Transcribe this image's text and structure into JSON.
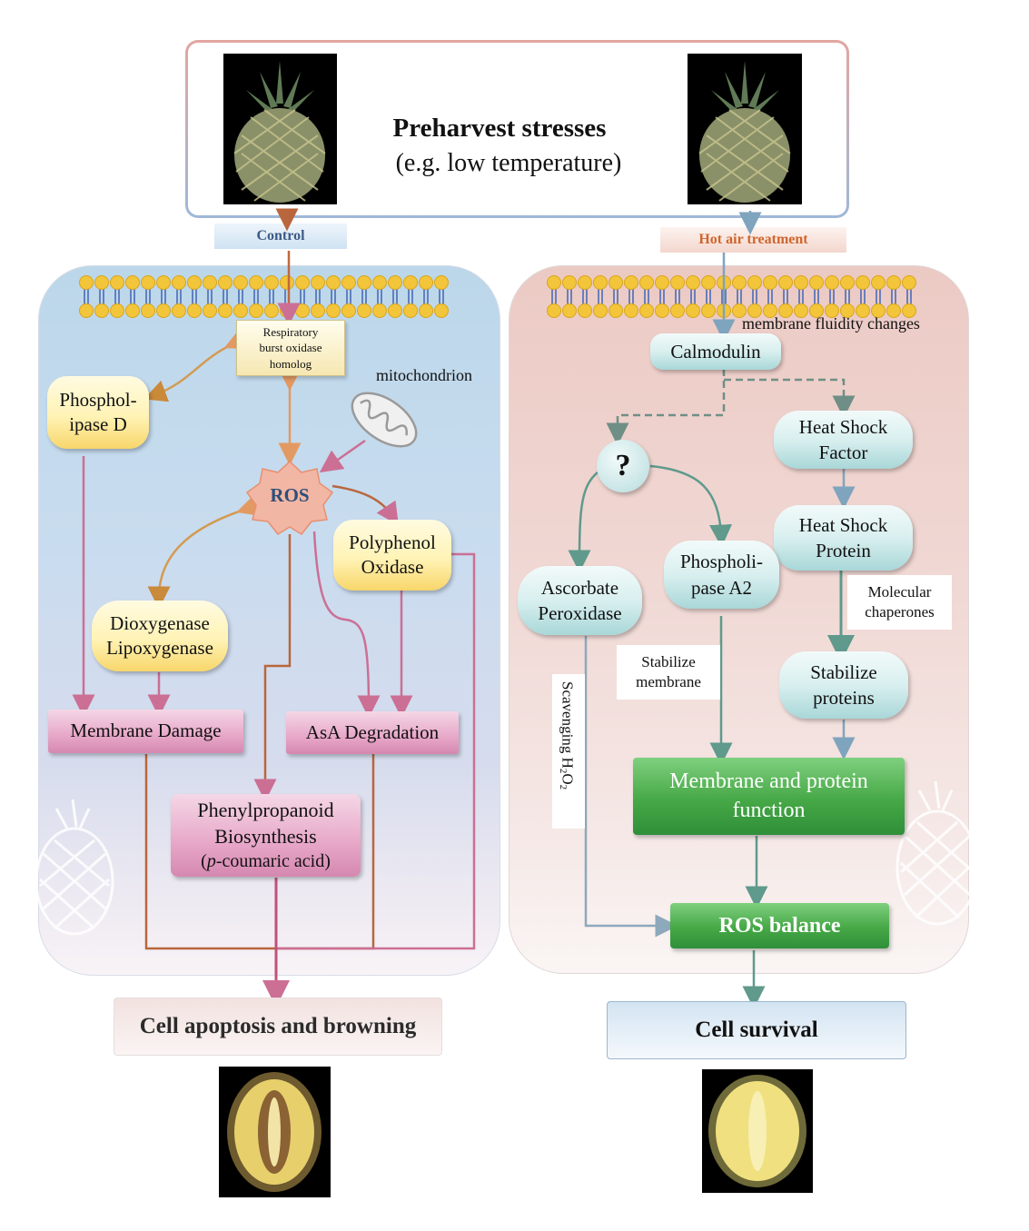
{
  "header": {
    "title": "Preharvest stresses",
    "subtitle": "(e.g. low temperature)"
  },
  "treatments": {
    "control": "Control",
    "hot_air": "Hot air treatment"
  },
  "left": {
    "rboh": [
      "Respiratory",
      "burst oxidase",
      "homolog"
    ],
    "mitochondrion": "mitochondrion",
    "pld": [
      "Phosphol-",
      "ipase D"
    ],
    "ros": "ROS",
    "ppo": [
      "Polyphenol",
      "Oxidase"
    ],
    "dioxygenase": [
      "Dioxygenase",
      "Lipoxygenase"
    ],
    "membrane_damage": "Membrane Damage",
    "asa_degradation": "AsA Degradation",
    "phenylpropanoid": [
      "Phenylpropanoid",
      "Biosynthesis"
    ],
    "coumaric_pre": "(",
    "coumaric_italic": "p",
    "coumaric_post": "-coumaric acid)",
    "outcome": "Cell apoptosis and browning"
  },
  "right": {
    "membrane_fluidity": "membrane  fluidity changes",
    "calmodulin": "Calmodulin",
    "unknown": "?",
    "hsf": [
      "Heat Shock",
      "Factor"
    ],
    "hsp": [
      "Heat Shock",
      "Protein"
    ],
    "apx": [
      "Ascorbate",
      "Peroxidase"
    ],
    "pla2": [
      "Phospholi-",
      "pase A2"
    ],
    "molecular_chaperones": [
      "Molecular",
      "chaperones"
    ],
    "stabilize_membrane": [
      "Stabilize",
      "membrane"
    ],
    "stabilize_proteins": [
      "Stabilize",
      "proteins"
    ],
    "scavenging": "Scavenging  H",
    "scavenging_sub2": "2",
    "scavenging_o": "O",
    "scavenging_sub2b": "2",
    "membrane_protein_function": [
      "Membrane and protein",
      "function"
    ],
    "ros_balance": "ROS balance",
    "outcome": "Cell survival"
  },
  "colors": {
    "brown_arrow": "#b9663d",
    "pink_arrow": "#cc6f95",
    "orange_arrow": "#e29a62",
    "teal_arrow": "#5f9a8c",
    "blue_arrow": "#7fa4bd",
    "control_text": "#3b5a86",
    "hot_air_text": "#d0652c"
  }
}
